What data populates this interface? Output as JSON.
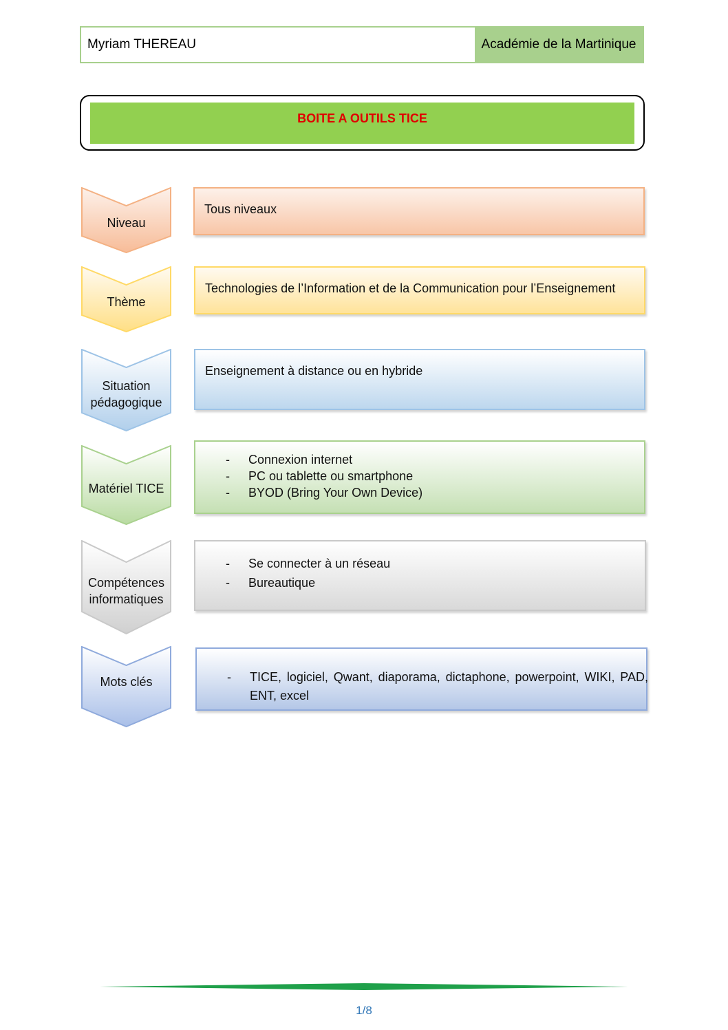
{
  "header": {
    "author": "Myriam THEREAU",
    "academy": "Académie de la Martinique"
  },
  "title": "BOITE A OUTILS TICE",
  "rows": [
    {
      "label": "Niveau",
      "text": "Tous niveaux"
    },
    {
      "label": "Thème",
      "text": "Technologies de l’Information et de la Communication pour l’Enseignement"
    },
    {
      "label_lines": [
        "Situation",
        "pédagogique"
      ],
      "text": "Enseignement à distance ou en hybride"
    },
    {
      "label": "Matériel TICE",
      "items": [
        "Connexion internet",
        "PC ou tablette ou smartphone",
        "BYOD (Bring Your Own Device)"
      ]
    },
    {
      "label_lines": [
        "Compétences",
        "informatiques"
      ],
      "items": [
        "Se connecter à un réseau",
        "Bureautique"
      ]
    },
    {
      "label": "Mots clés",
      "items": [
        "TICE, logiciel, Qwant, diaporama, dictaphone, powerpoint, WIKI, PAD, ENT, excel"
      ]
    }
  ],
  "footer": {
    "page": "1/8"
  },
  "colors": {
    "header_green": "#a8d08d",
    "title_green": "#92d050",
    "title_red": "#e00000",
    "page_number_blue": "#2e75b6",
    "footer_line_green": "#1fa04a"
  }
}
